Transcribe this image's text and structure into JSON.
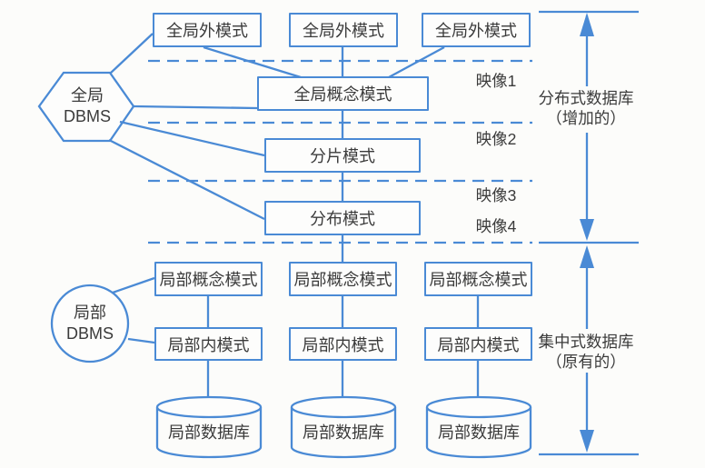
{
  "diagram": {
    "title_semantic": "distributed-database-schema-architecture",
    "global_dbms": {
      "line1": "全局",
      "line2": "DBMS"
    },
    "local_dbms": {
      "line1": "局部",
      "line2": "DBMS"
    },
    "global_external_schemas": [
      "全局外模式",
      "全局外模式",
      "全局外模式"
    ],
    "global_conceptual_schema": "全局概念模式",
    "fragmentation_schema": "分片模式",
    "distribution_schema": "分布模式",
    "mappings": [
      "映像1",
      "映像2",
      "映像3",
      "映像4"
    ],
    "distributed_side_label": {
      "line1": "分布式数据库",
      "line2": "（增加的）"
    },
    "centralized_side_label": {
      "line1": "集中式数据库",
      "line2": "（原有的）"
    },
    "local_conceptual_schemas": [
      "局部概念模式",
      "局部概念模式",
      "局部概念模式"
    ],
    "local_internal_schemas": [
      "局部内模式",
      "局部内模式",
      "局部内模式"
    ],
    "local_databases": [
      "局部数据库",
      "局部数据库",
      "局部数据库"
    ]
  },
  "colors": {
    "line_blue": "#4a8ad5",
    "text": "#3b3b3b",
    "background": "#fcfcfa"
  }
}
